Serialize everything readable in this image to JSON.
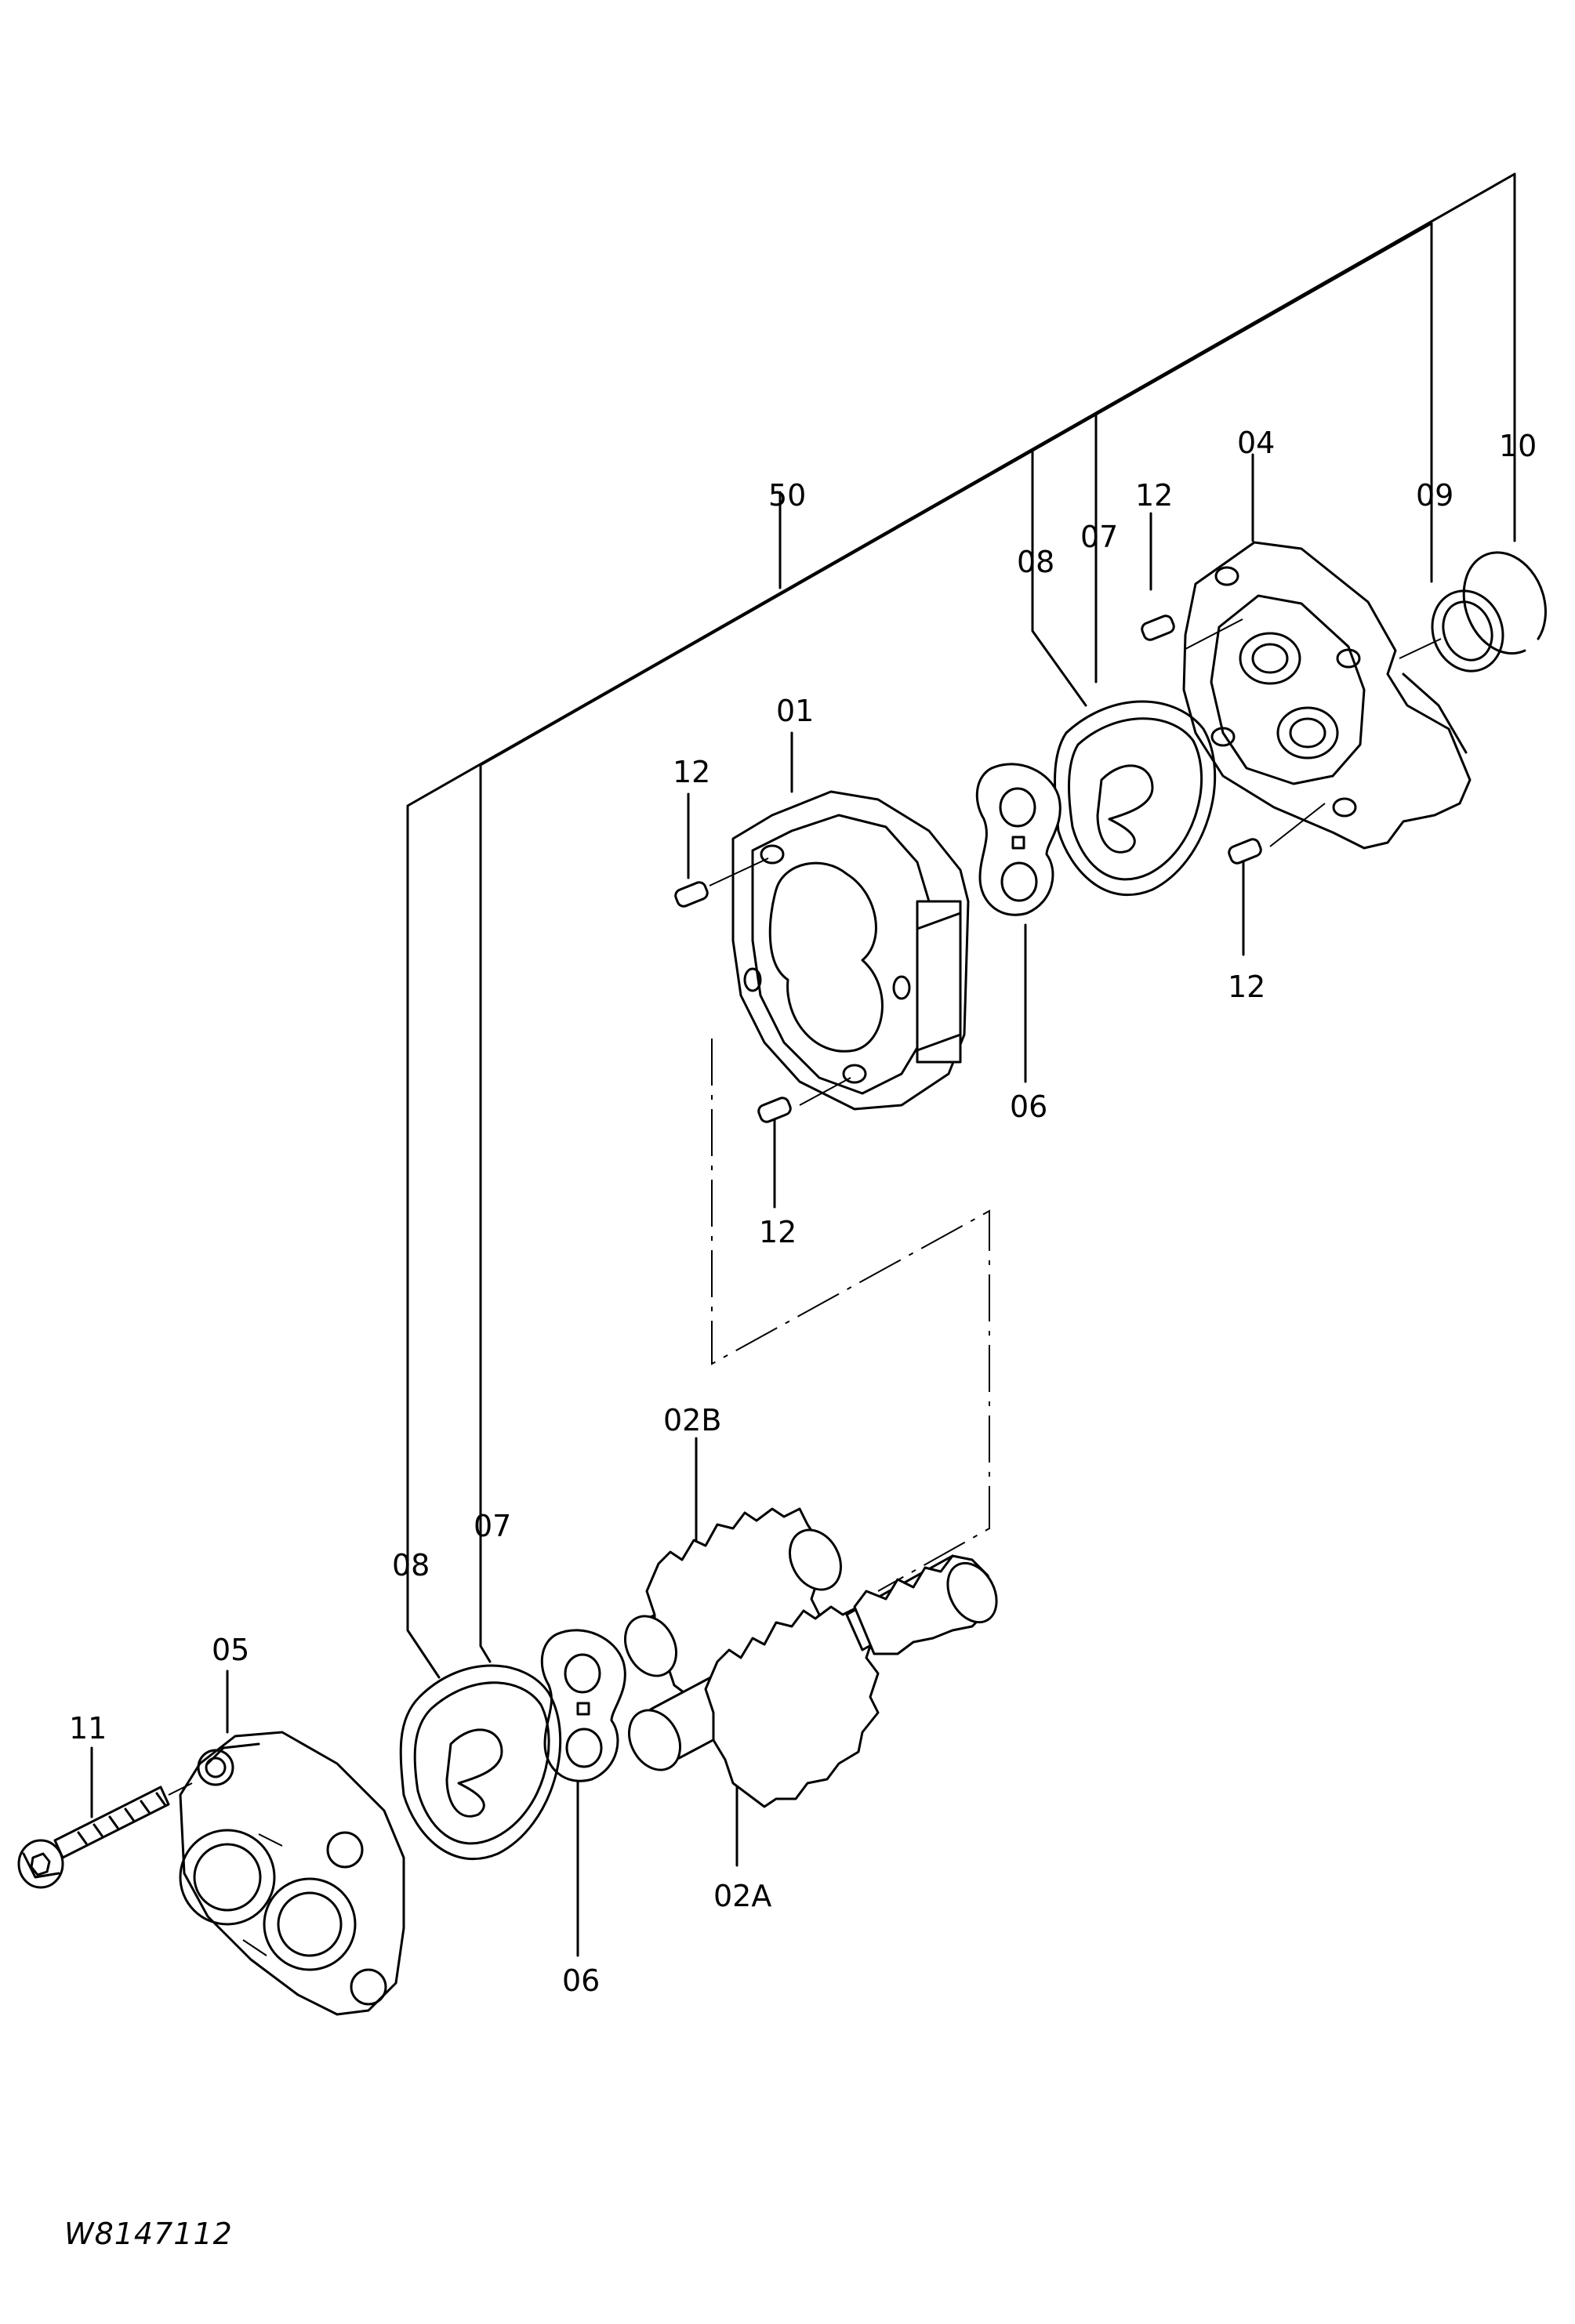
{
  "drawing_number": "W8147112",
  "callouts": {
    "c50": "50",
    "c07_top": "07",
    "c08_top": "08",
    "c12_top_right": "12",
    "c04": "04",
    "c09": "09",
    "c10": "10",
    "c01": "01",
    "c12_upper_left": "12",
    "c12_right": "12",
    "c06_top": "06",
    "c12_lower": "12",
    "c02B": "02B",
    "c07_bottom": "07",
    "c08_bottom": "08",
    "c05": "05",
    "c11": "11",
    "c02A": "02A",
    "c06_bottom": "06"
  }
}
